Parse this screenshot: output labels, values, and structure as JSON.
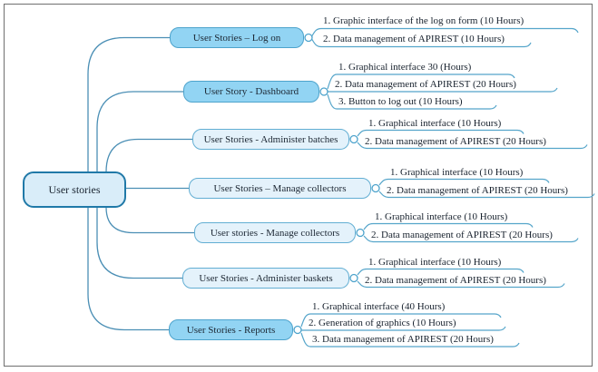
{
  "root": {
    "label": "User stories"
  },
  "branches": [
    {
      "label": "User Stories – Log on",
      "style": "solid",
      "tasks": [
        "1. Graphic interface of the log on form (10 Hours)",
        "2. Data management of APIREST (10 Hours)"
      ]
    },
    {
      "label": "User Story - Dashboard",
      "style": "solid",
      "tasks": [
        "1. Graphical interface 30 (Hours)",
        "2. Data management of APIREST (20 Hours)",
        "3. Button to log out (10 Hours)"
      ]
    },
    {
      "label": "User Stories - Administer batches",
      "style": "light",
      "tasks": [
        "1. Graphical interface (10 Hours)",
        "2. Data management of APIREST (20 Hours)"
      ]
    },
    {
      "label": "User Stories – Manage collectors",
      "style": "light",
      "tasks": [
        "1. Graphical interface (10 Hours)",
        "2. Data management of APIREST (20 Hours)"
      ]
    },
    {
      "label": "User stories - Manage collectors",
      "style": "light",
      "tasks": [
        "1. Graphical interface (10 Hours)",
        "2. Data management of APIREST (20 Hours)"
      ]
    },
    {
      "label": "User Stories - Administer baskets",
      "style": "light",
      "tasks": [
        "1. Graphical interface (10 Hours)",
        "2. Data management of APIREST (20 Hours)"
      ]
    },
    {
      "label": "User Stories - Reports",
      "style": "solid",
      "tasks": [
        "1. Graphical interface (40 Hours)",
        "2. Generation of graphics (10 Hours)",
        "3. Data management of APIREST (20 Hours)"
      ]
    }
  ],
  "colors": {
    "branch_solid_fill": "#92d4f3",
    "branch_solid_border": "#4da3cc",
    "branch_light_fill": "#e4f2fb",
    "branch_light_border": "#62aed3",
    "root_fill": "#d9edf9",
    "root_border": "#2079a8",
    "connector_line": "#4b8fb5",
    "task_underline": "#55a5ca",
    "figure_border": "#6f6f6f",
    "text": "#18222e"
  }
}
